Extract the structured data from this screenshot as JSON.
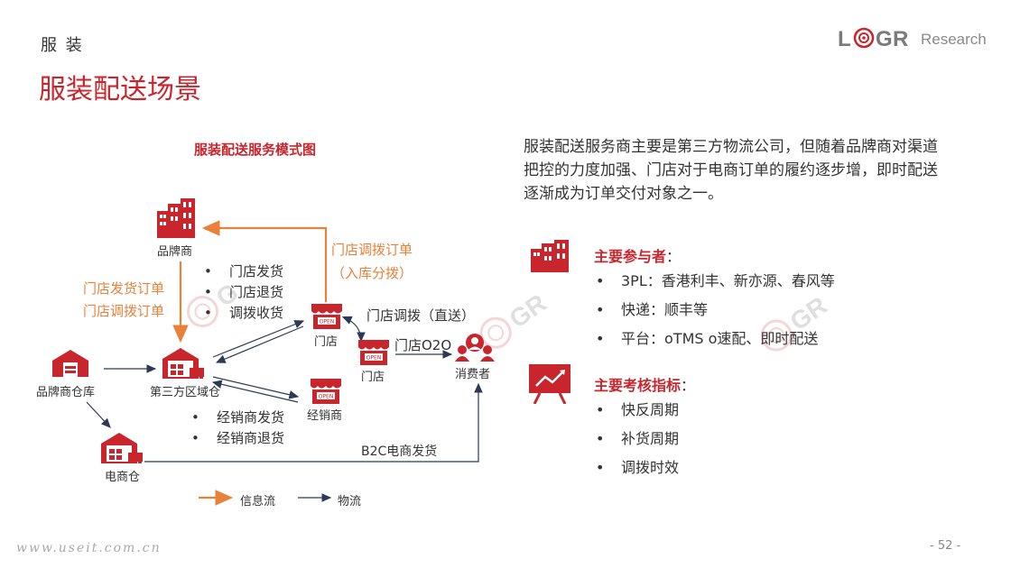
{
  "header": {
    "section_tag": "服 装",
    "title": "服装配送场景",
    "logo_text": "Research",
    "logo_mark": "LOGR"
  },
  "diagram": {
    "title": "服装配送服务模式图",
    "nodes": {
      "brand": "品牌商",
      "brand_warehouse": "品牌商仓库",
      "third_party_warehouse": "第三方区域仓",
      "ecommerce_warehouse": "电商仓",
      "store_a": "门店",
      "store_b": "门店",
      "dealer": "经销商",
      "consumer": "消费者"
    },
    "flows": {
      "brand_orders": [
        "门店发货订单",
        "门店调拨订单"
      ],
      "store_transfer_order": [
        "门店调拨订单",
        "（入库分拨）"
      ],
      "store_ops": [
        "门店发货",
        "门店退货",
        "调拨收货"
      ],
      "dealer_ops": [
        "经销商发货",
        "经销商退货"
      ],
      "direct_transfer": "门店调拨（直送）",
      "o2o": "门店O2O",
      "b2c": "B2C电商发货"
    },
    "legend": {
      "info_flow": "信息流",
      "logistics_flow": "物流"
    },
    "colors": {
      "accent_red": "#c9252c",
      "info_orange": "#e8813a",
      "logistics_navy": "#2b3a55"
    }
  },
  "summary": {
    "text": "服装配送服务商主要是第三方物流公司，但随着品牌商对渠道把控的力度加强、门店对于电商订单的履约逐步增，即时配送逐渐成为订单交付对象之一。"
  },
  "participants": {
    "heading": "主要参与者",
    "colon": "：",
    "icon": "building-icon",
    "items": [
      "3PL：香港利丰、新亦源、春风等",
      "快递：顺丰等",
      "平台：oTMS o速配、即时配送"
    ]
  },
  "metrics": {
    "heading": "主要考核指标",
    "colon": "：",
    "icon": "chart-board-icon",
    "items": [
      "快反周期",
      "补货周期",
      "调拨时效"
    ]
  },
  "footer": {
    "page_number": "- 52 -",
    "url": "www.useit.com.cn"
  }
}
